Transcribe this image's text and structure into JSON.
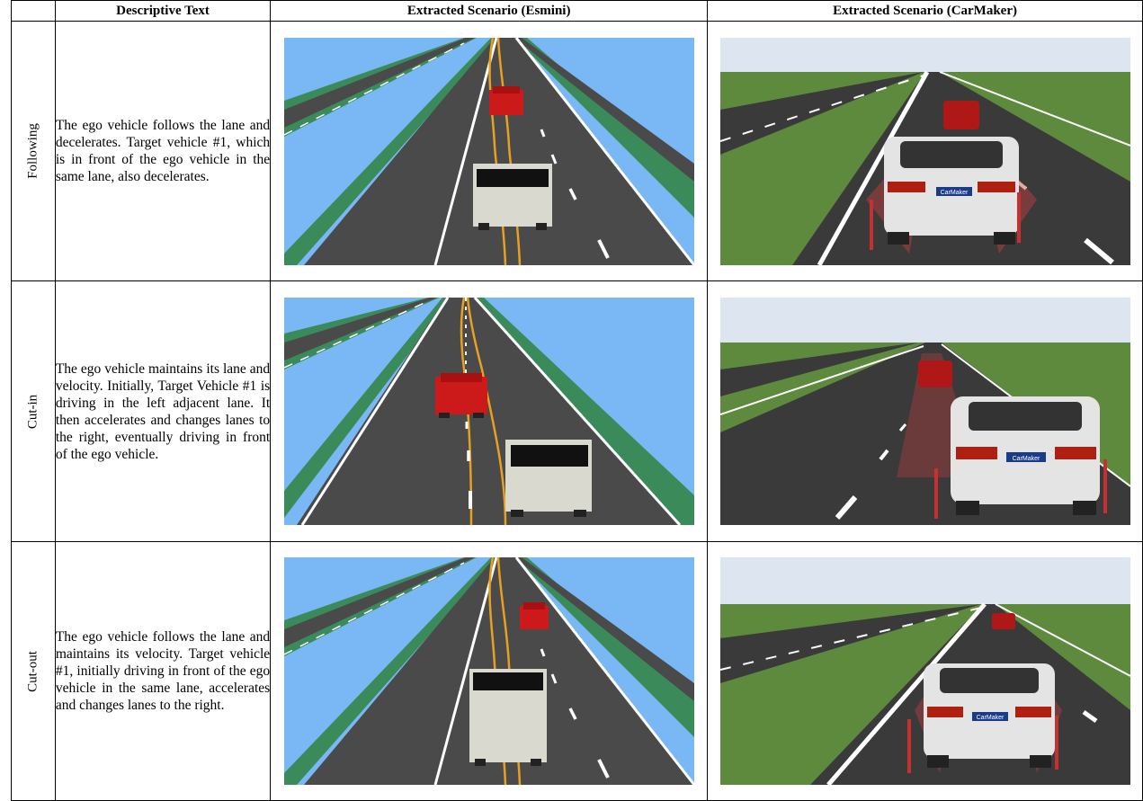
{
  "headers": [
    "",
    "Descriptive Text",
    "Extracted Scenario (Esmini)",
    "Extracted Scenario (CarMaker)"
  ],
  "rows": [
    {
      "label": "Following",
      "text": "The ego vehicle follows the lane and decel­erates. Target vehicle #1, which is in front of the ego vehicle in the same lane, also decelerates.",
      "carmaker_badge": "CarMaker"
    },
    {
      "label": "Cut-in",
      "text": "The ego vehicle main­tains its lane and veloc­ity. Initially, Target Ve­hicle #1 is driving in the left adjacent lane. It then accelerates and changes lanes to the right, eventually driving in front of the ego vehi­cle.",
      "carmaker_badge": "CarMaker"
    },
    {
      "label": "Cut-out",
      "text": "The ego vehicle follows the lane and maintains its velocity. Target vehi­cle #1, initially driving in front of the ego ve­hicle in the same lane, accelerates and changes lanes to the right.",
      "carmaker_badge": "CarMaker"
    }
  ],
  "colors": {
    "esmini_sky": "#7ab8f5",
    "esmini_grass": "#3b8a5a",
    "road": "#4a4a4a",
    "lane_yellow": "#e8a020",
    "target_red": "#cc1a1a",
    "ego_white": "#d9d9cf",
    "cm_sky": "#dde6f0",
    "cm_grass": "#5e8a3e",
    "cm_car": "#e4e4e4"
  }
}
